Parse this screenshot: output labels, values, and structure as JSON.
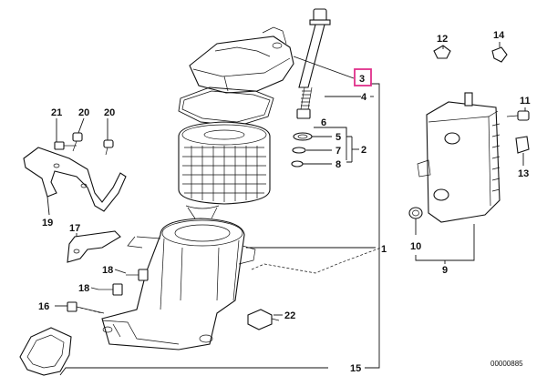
{
  "diagram": {
    "doc_number": "00000885",
    "highlight_color": "#e0308a",
    "callouts": {
      "c1": "1",
      "c2": "2",
      "c3": "3",
      "c4": "4",
      "c5": "5",
      "c6": "6",
      "c7": "7",
      "c8": "8",
      "c9": "9",
      "c10": "10",
      "c11": "11",
      "c12": "12",
      "c13": "13",
      "c14": "14",
      "c15": "15",
      "c16": "16",
      "c17": "17",
      "c18a": "18",
      "c18b": "18",
      "c19": "19",
      "c20a": "20",
      "c20b": "20",
      "c21": "21",
      "c22": "22"
    },
    "highlighted_callout": "3"
  }
}
